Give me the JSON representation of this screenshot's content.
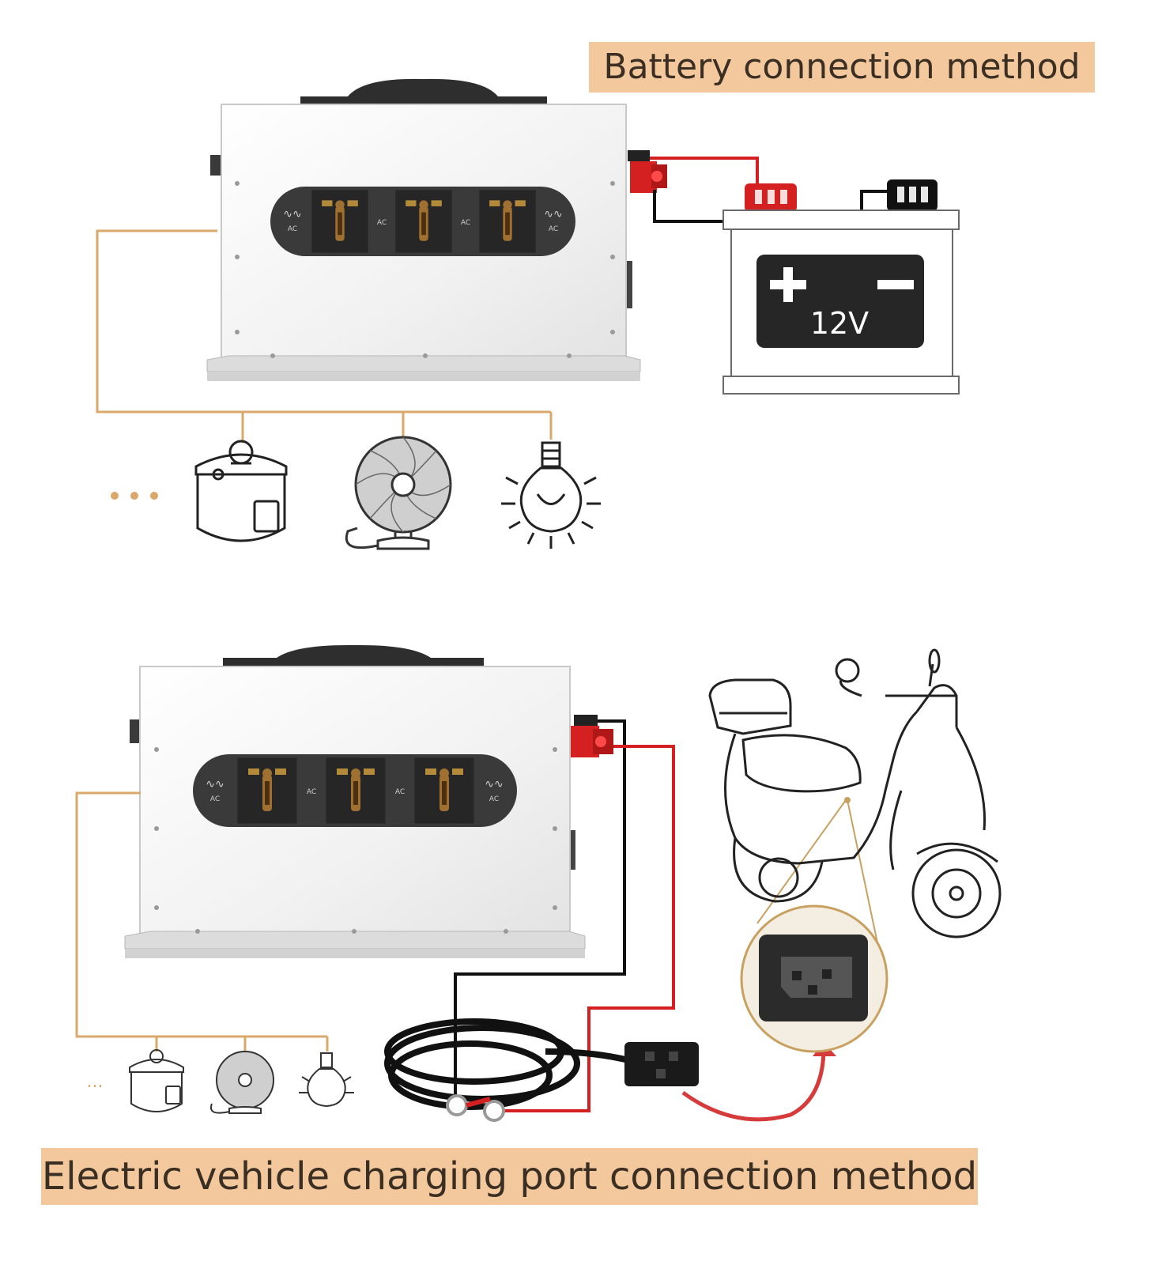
{
  "title_top": "Battery connection method",
  "title_bottom": "Electric vehicle charging port connection method",
  "battery": {
    "voltage_label": "12V",
    "positive_symbol": "+",
    "negative_symbol": "−"
  },
  "inverter": {
    "socket_label": "AC",
    "panel_side_label": "AC"
  },
  "more_appliances": "...",
  "appliances": [
    "pressure-cooker",
    "electric-fan",
    "light-bulb"
  ],
  "colors": {
    "banner_bg": "#f3c89c",
    "banner_text": "#3b2f24",
    "wire_positive": "#d42020",
    "wire_negative": "#111111",
    "ac_line": "#d9a86a",
    "arrow": "#d63a3a"
  }
}
